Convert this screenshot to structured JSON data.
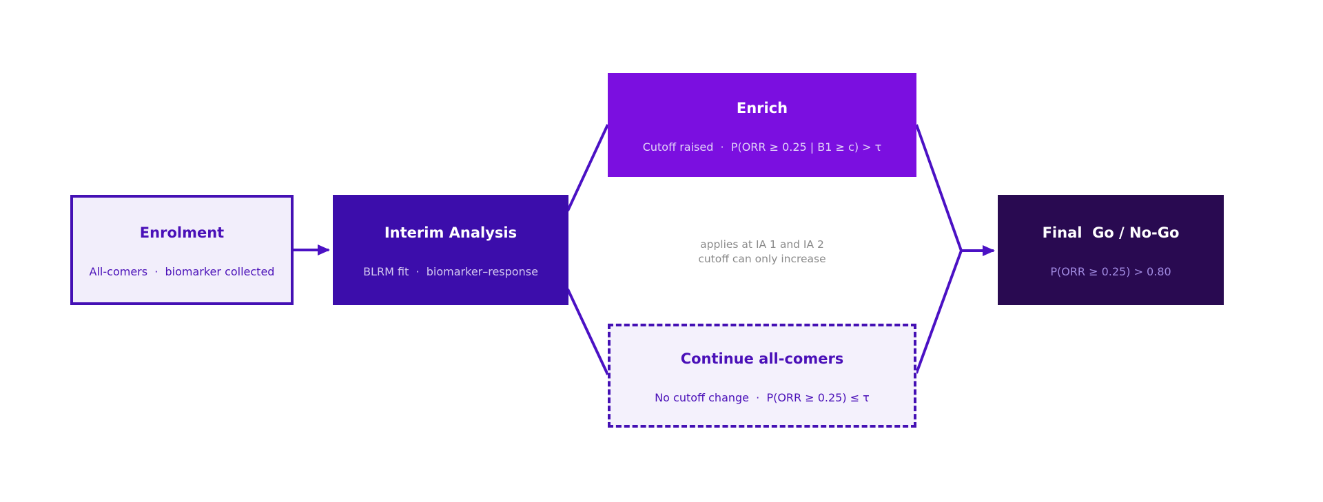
{
  "diagram": {
    "type": "flowchart",
    "description": "Adaptive biomarker enrichment trial decision flow",
    "nodes": {
      "enrolment": {
        "title": "Enrolment",
        "subtitle": "All-comers  ·  biomarker collected"
      },
      "interim": {
        "title": "Interim Analysis",
        "subtitle": "BLRM fit  ·  biomarker–response"
      },
      "enrich": {
        "title": "Enrich",
        "subtitle": "Cutoff raised  ·  P(ORR ≥ 0.25 | B1 ≥ c) > τ"
      },
      "continue_all_comers": {
        "title": "Continue all-comers",
        "subtitle": "No cutoff change  ·  P(ORR ≥ 0.25) ≤ τ"
      },
      "final": {
        "title": "Final  Go / No-Go",
        "subtitle": "P(ORR ≥ 0.25) > 0.80"
      }
    },
    "note": {
      "line1": "applies at IA 1 and IA 2",
      "line2": "cutoff can only increase"
    },
    "edges": [
      {
        "from": "enrolment",
        "to": "interim",
        "arrowhead": true
      },
      {
        "from": "interim",
        "to": "enrich",
        "arrowhead": false
      },
      {
        "from": "interim",
        "to": "continue_all_comers",
        "arrowhead": false
      },
      {
        "from": "enrich",
        "to": "final",
        "arrowhead": false
      },
      {
        "from": "continue_all_comers",
        "to": "final",
        "arrowhead": false
      },
      {
        "from": "merge_junction",
        "to": "final",
        "arrowhead": true
      }
    ],
    "colors": {
      "background": "#ffffff",
      "enrolment_bg": "#f2eefb",
      "enrolment_border": "#4410b4",
      "enrolment_text": "#4a10b8",
      "interim_bg": "#3c0dab",
      "enrich_bg": "#7b0fe0",
      "continue_bg": "#f4f1fc",
      "continue_border": "#4410b4",
      "final_bg": "#290a51",
      "final_subtitle": "#a18be2",
      "light_subtitle_on_dark": "#d3c8f0",
      "connector": "#4b11c4",
      "note_text": "#8a8a8a"
    }
  }
}
